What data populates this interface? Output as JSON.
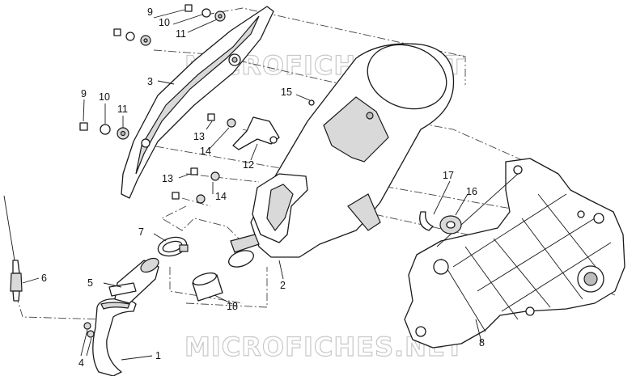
{
  "diagram": {
    "watermark_top": "MICROFICHES.NET",
    "watermark_bottom": "MICROFICHES.NET",
    "callouts": {
      "c1": "1",
      "c2": "2",
      "c3": "3",
      "c4": "4",
      "c5": "5",
      "c6": "6",
      "c7": "7",
      "c8": "8",
      "c9a": "9",
      "c9b": "9",
      "c10a": "10",
      "c10b": "10",
      "c11a": "11",
      "c11b": "11",
      "c12": "12",
      "c13a": "13",
      "c13b": "13",
      "c14a": "14",
      "c14b": "14",
      "c15": "15",
      "c16": "16",
      "c17": "17",
      "c18": "18"
    }
  }
}
